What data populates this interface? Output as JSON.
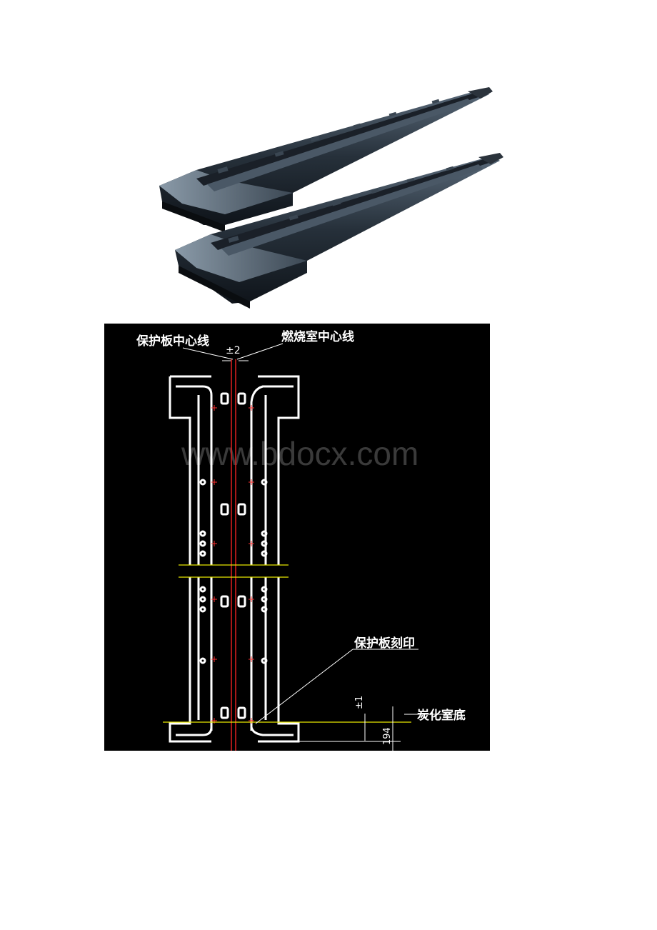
{
  "figure": {
    "labels": {
      "guard_plate_centerline": "保护板中心线",
      "combustion_chamber_centerline": "燃烧室中心线",
      "tolerance_top": "±2",
      "guard_plate_stamp": "保护板刻印",
      "tolerance_bottom": "±1",
      "dimension_bottom": "194",
      "carbonization_chamber_floor": "炭化室底"
    },
    "watermark": "www.bdocx.com",
    "colors": {
      "background": "#000000",
      "outline": "#ffffff",
      "centerline": "#e02020",
      "reference_line": "#e6e600",
      "mark": "#ff3030"
    }
  }
}
